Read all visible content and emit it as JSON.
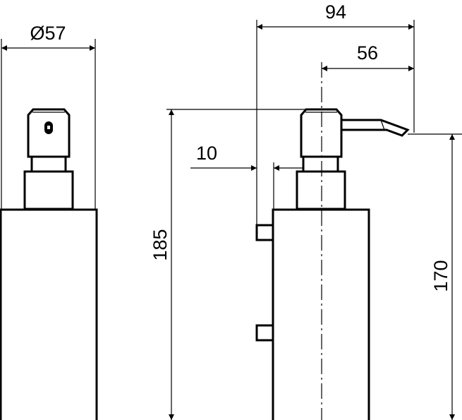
{
  "drawing": {
    "front_view": {
      "diameter_label": "Ø57"
    },
    "side_view": {
      "overall_depth_label": "94",
      "spout_reach_label": "56",
      "wall_gap_label": "10",
      "total_height_label": "185",
      "spout_height_label": "170"
    }
  }
}
